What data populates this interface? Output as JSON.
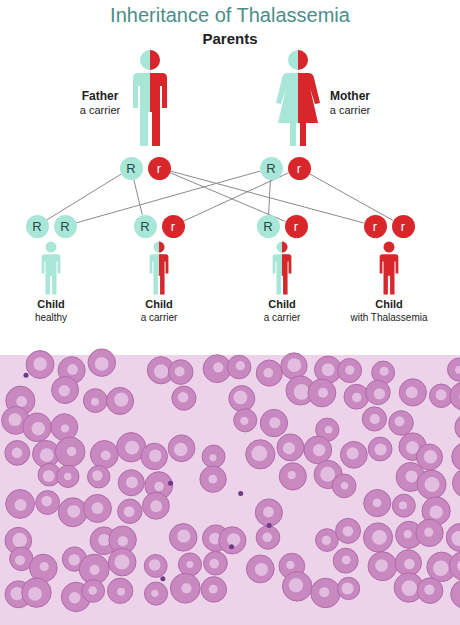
{
  "diagram": {
    "title": "Inheritance of Thalassemia",
    "nodes": [
      {
        "text": [
          "R"
        ]
      },
      {
        "text": [
          "r"
        ]
      },
      {
        "text": [
          "R"
        ]
      },
      {
        "text": [
          "r"
        ]
      },
      {
        "text": [
          "R"
        ]
      },
      {
        "text": [
          "R"
        ]
      },
      {
        "text": [
          "R"
        ]
      },
      {
        "text": [
          "r"
        ]
      },
      {
        "text": [
          "R"
        ]
      },
      {
        "text": [
          "r"
        ]
      },
      {
        "text": [
          "r"
        ]
      },
      {
        "text": [
          "r"
        ]
      }
    ],
    "edges": [
      {
        "from": 0,
        "to": 4,
        "arrow": "none"
      },
      {
        "from": 0,
        "to": 6,
        "arrow": "none"
      },
      {
        "from": 2,
        "to": 5,
        "arrow": "none"
      },
      {
        "from": 2,
        "to": 8,
        "arrow": "none"
      },
      {
        "from": 1,
        "to": 9,
        "arrow": "none"
      },
      {
        "from": 1,
        "to": 10,
        "arrow": "none"
      },
      {
        "from": 3,
        "to": 7,
        "arrow": "none"
      },
      {
        "from": 3,
        "to": 11,
        "arrow": "none"
      }
    ],
    "labels": [
      "Parents",
      "Father",
      "a carrier",
      "Mother",
      "a carrier",
      "Child",
      "healthy",
      "Child",
      "a carrier",
      "Child",
      "a carrier",
      "Child",
      "with Thalassemia"
    ]
  }
}
